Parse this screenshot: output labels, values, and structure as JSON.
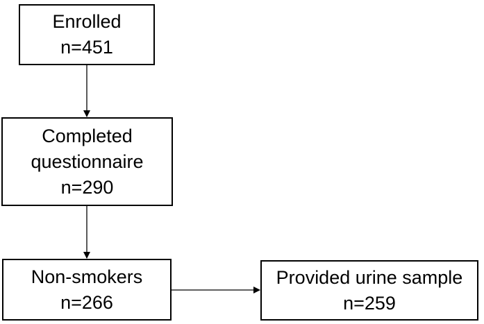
{
  "flowchart": {
    "enrolled": {
      "label": "Enrolled",
      "count": "n=451"
    },
    "completed": {
      "label_line1": "Completed",
      "label_line2": "questionnaire",
      "count": "n=290"
    },
    "non_smokers": {
      "label": "Non-smokers",
      "count": "n=266"
    },
    "urine": {
      "label": "Provided urine sample",
      "count": "n=259"
    }
  }
}
